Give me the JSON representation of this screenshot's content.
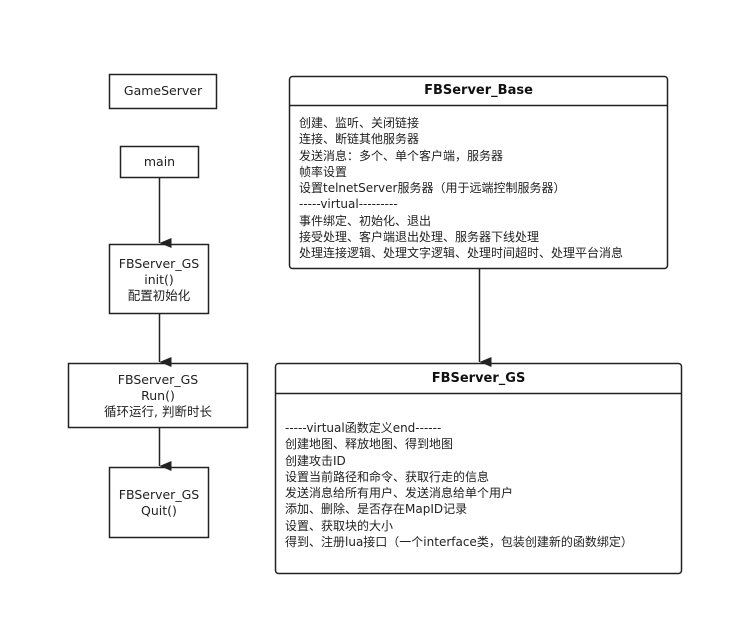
{
  "flow": {
    "gameserver": {
      "label": "GameServer"
    },
    "main": {
      "label": "main"
    },
    "init": {
      "lines": [
        "FBServer_GS",
        "init()",
        "配置初始化"
      ]
    },
    "run": {
      "lines": [
        "FBServer_GS",
        "Run()",
        "循环运行, 判断时长"
      ]
    },
    "quit": {
      "lines": [
        "FBServer_GS",
        "Quit()"
      ]
    }
  },
  "classes": {
    "base": {
      "title": "FBServer_Base",
      "lines": [
        "创建、监听、关闭链接",
        "连接、断链其他服务器",
        "发送消息：多个、单个客户端，服务器",
        "帧率设置",
        "设置telnetServer服务器（用于远端控制服务器）",
        "-----virtual---------",
        "事件绑定、初始化、退出",
        "接受处理、客户端退出处理、服务器下线处理",
        "处理连接逻辑、处理文字逻辑、处理时间超时、处理平台消息"
      ]
    },
    "gs": {
      "title": "FBServer_GS",
      "lines": [
        "-----virtual函数定义end------",
        "创建地图、释放地图、得到地图",
        "创建攻击ID",
        "设置当前路径和命令、获取行走的信息",
        "发送消息给所有用户、发送消息给单个用户",
        "添加、删除、是否存在MapID记录",
        "设置、获取块的大小",
        "得到、注册lua接口（一个interface类，包装创建新的函数绑定）"
      ]
    }
  },
  "colors": {
    "stroke": "#222222",
    "background": "#ffffff"
  }
}
